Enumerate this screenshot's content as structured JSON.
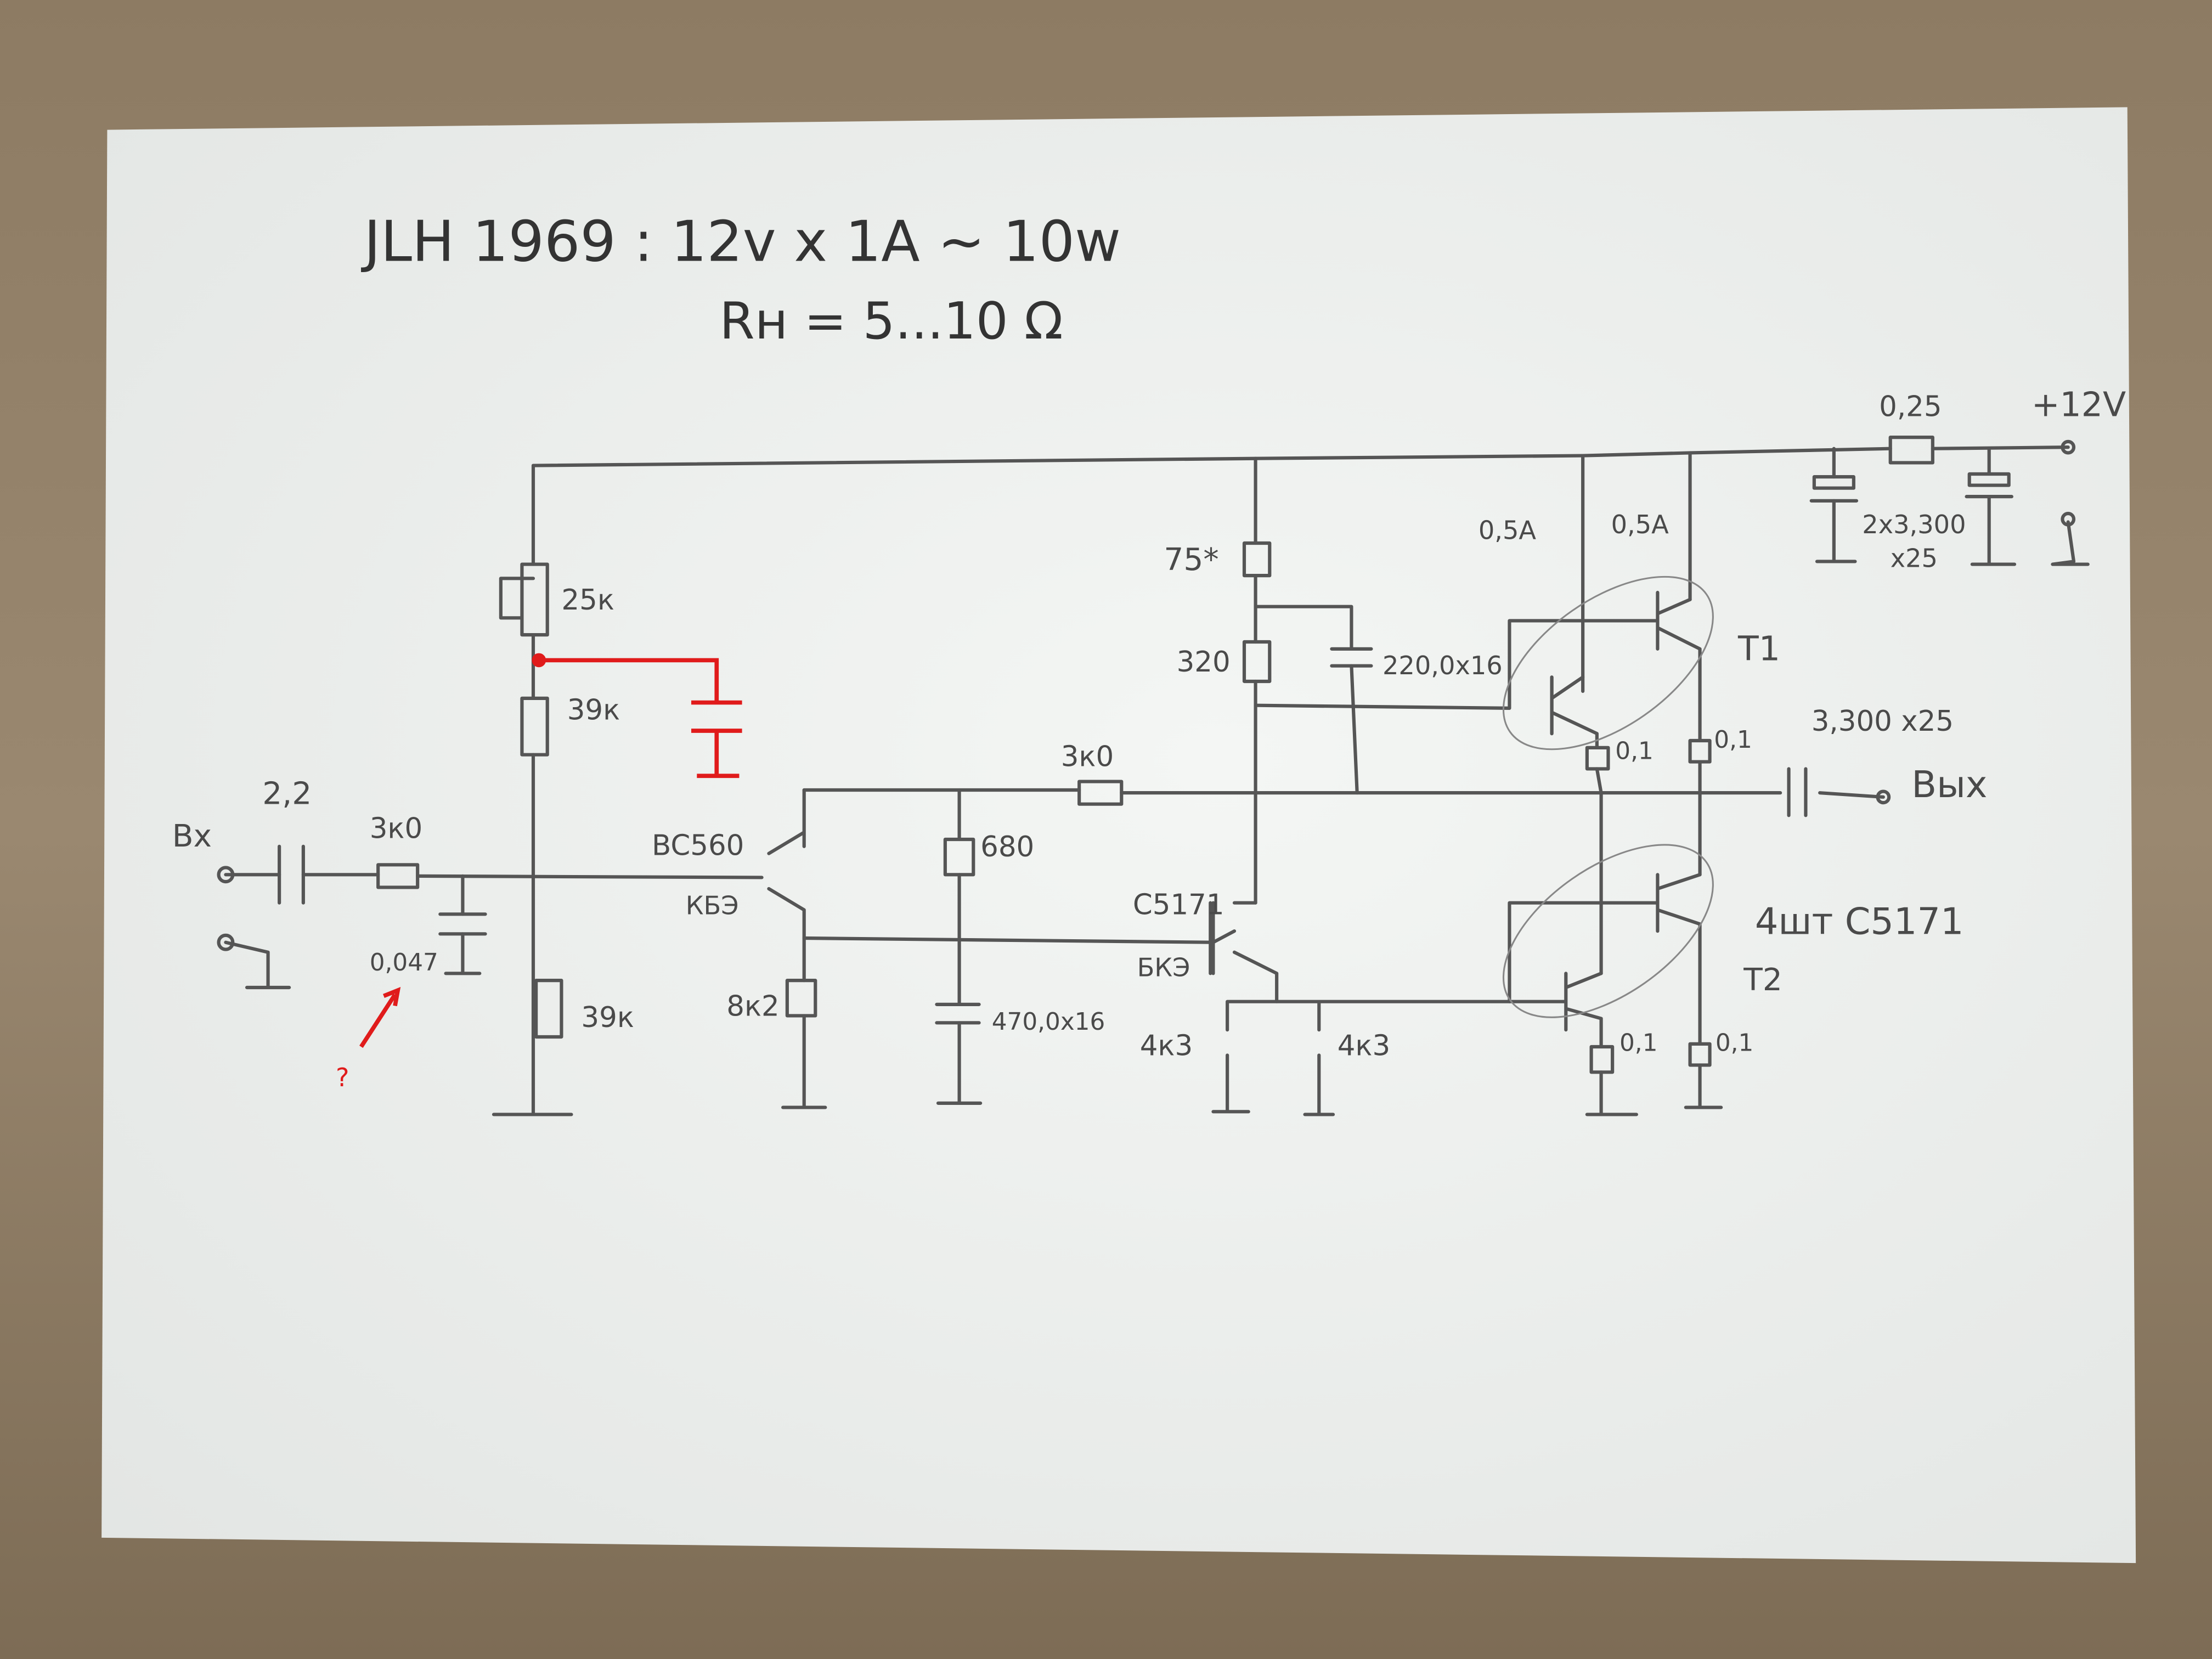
{
  "header": {
    "title": "JLH 1969 : 12v x 1A ~ 10w",
    "load": "Rн = 5...10 Ω"
  },
  "power": {
    "supply": "+12V",
    "fuse": "0,25",
    "caps": "2x3,300",
    "caps_voltage": "x25",
    "current_1": "0,5A",
    "current_2": "0,5A"
  },
  "output": {
    "t1": "T1",
    "t2": "T2",
    "out_cap": "3,300 x25",
    "out_label": "Вых",
    "transistors_note": "4шт C5171",
    "emitter_r1": "0,1",
    "emitter_r2": "0,1",
    "emitter_r3": "0,1",
    "emitter_r4": "0,1"
  },
  "driver": {
    "r75": "75*",
    "r320": "320",
    "bootstrap_cap": "220,0x16",
    "feedback_r": "3к0",
    "r680": "680",
    "cap470": "470,0x16",
    "transistor": "C5171",
    "pinout": "БКЭ",
    "r4k3_a": "4к3",
    "r4k3_b": "4к3"
  },
  "input": {
    "label": "Вх",
    "cap": "2,2",
    "r_in": "3к0",
    "cap_filter": "0,047",
    "question": "?",
    "transistor": "BC560",
    "pinout": "КБЭ",
    "r8k2": "8к2",
    "pot": "25к",
    "r39_top": "39к",
    "r39_bottom": "39к"
  },
  "colors": {
    "paper": "#eef0ee",
    "pencil": "#555555",
    "annotation": "#e01b1b",
    "table": "#8a7a63"
  }
}
